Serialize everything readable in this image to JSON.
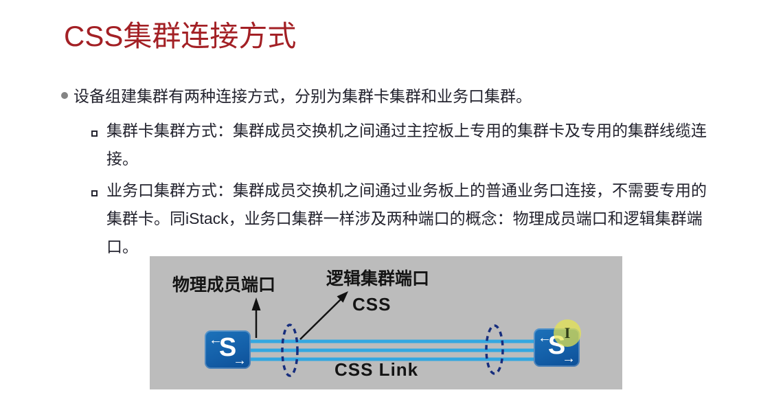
{
  "slide": {
    "title": "CSS集群连接方式",
    "bullet": {
      "text": "设备组建集群有两种连接方式，分别为集群卡集群和业务口集群。"
    },
    "sub_bullets": [
      {
        "lines": [
          "集群卡集群方式：集群成员交换机之间通过主控板上专用的集群卡及专用的集群线缆连",
          "接。"
        ]
      },
      {
        "lines": [
          "业务口集群方式：集群成员交换机之间通过业务板上的普通业务口连接，不需要专用的",
          "集群卡。同iStack，业务口集群一样涉及两种端口的概念：物理成员端口和逻辑集群端",
          "口。"
        ]
      }
    ]
  },
  "diagram": {
    "physical_port_label": "物理成员端口",
    "logical_port_label": "逻辑集群端口",
    "css_label": "CSS",
    "css_link_label": "CSS Link",
    "switch_letter": "S",
    "switch_arrow_left": "←",
    "switch_arrow_right": "→",
    "cursor_glyph": "I",
    "link_line_count": 3,
    "colors": {
      "title_red": "#a32025",
      "body_text": "#23232e",
      "diagram_bg": "#bcbcbc",
      "switch_blue": "#1460a9",
      "link_blue": "#33a7e0",
      "ellipse_navy": "#162d7d",
      "cursor_highlight": "#e6e44e"
    }
  }
}
